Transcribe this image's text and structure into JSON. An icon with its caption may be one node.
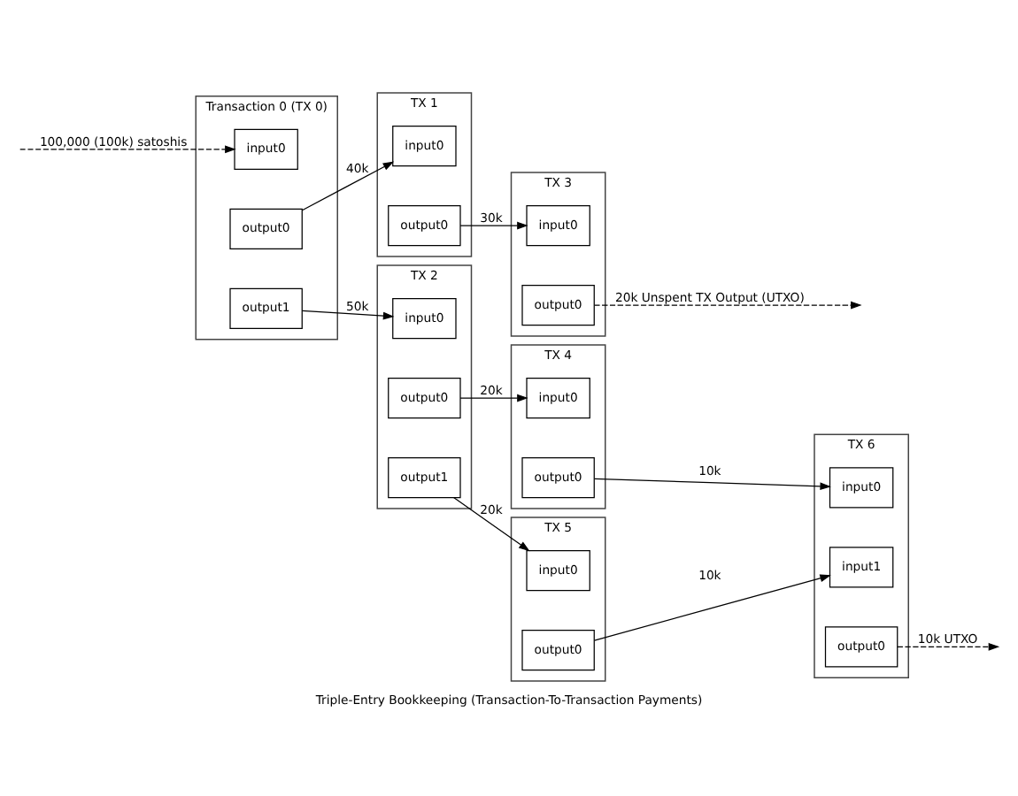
{
  "diagram": {
    "caption": "Triple-Entry Bookkeeping (Transaction-To-Transaction Payments)",
    "nodes": [
      {
        "text": [
          "Transaction 0 (TX 0)"
        ]
      },
      {
        "text": [
          "input0"
        ],
        "in": 0
      },
      {
        "text": [
          "output0"
        ],
        "in": 0
      },
      {
        "text": [
          "output1"
        ],
        "in": 0
      },
      {
        "text": [
          "TX 1"
        ]
      },
      {
        "text": [
          "input0"
        ],
        "in": 4
      },
      {
        "text": [
          "output0"
        ],
        "in": 4
      },
      {
        "text": [
          "TX 2"
        ]
      },
      {
        "text": [
          "input0"
        ],
        "in": 7
      },
      {
        "text": [
          "output0"
        ],
        "in": 7
      },
      {
        "text": [
          "output1"
        ],
        "in": 7
      },
      {
        "text": [
          "TX 3"
        ]
      },
      {
        "text": [
          "input0"
        ],
        "in": 11
      },
      {
        "text": [
          "output0"
        ],
        "in": 11
      },
      {
        "text": [
          "TX 4"
        ]
      },
      {
        "text": [
          "input0"
        ],
        "in": 14
      },
      {
        "text": [
          "output0"
        ],
        "in": 14
      },
      {
        "text": [
          "TX 5"
        ]
      },
      {
        "text": [
          "input0"
        ],
        "in": 17
      },
      {
        "text": [
          "output0"
        ],
        "in": 17
      },
      {
        "text": [
          "TX 6"
        ]
      },
      {
        "text": [
          "input0"
        ],
        "in": 20
      },
      {
        "text": [
          "input1"
        ],
        "in": 20
      },
      {
        "text": [
          "output0"
        ],
        "in": 20
      }
    ],
    "edges": [
      {
        "from": null,
        "to": 1,
        "arrow": "to",
        "label": "100,000 (100k) satoshis",
        "style": "dashed"
      },
      {
        "from": 2,
        "to": 5,
        "arrow": "to",
        "label": "40k"
      },
      {
        "from": 3,
        "to": 8,
        "arrow": "to",
        "label": "50k"
      },
      {
        "from": 6,
        "to": 12,
        "arrow": "to",
        "label": "30k"
      },
      {
        "from": 13,
        "to": null,
        "arrow": "to",
        "label": "20k Unspent TX Output (UTXO)",
        "style": "dashed"
      },
      {
        "from": 9,
        "to": 15,
        "arrow": "to",
        "label": "20k"
      },
      {
        "from": 10,
        "to": 18,
        "arrow": "to",
        "label": "20k"
      },
      {
        "from": 16,
        "to": 21,
        "arrow": "to",
        "label": "10k"
      },
      {
        "from": 19,
        "to": 22,
        "arrow": "to",
        "label": "10k"
      },
      {
        "from": 23,
        "to": null,
        "arrow": "to",
        "label": "10k UTXO",
        "style": "dashed"
      }
    ]
  }
}
